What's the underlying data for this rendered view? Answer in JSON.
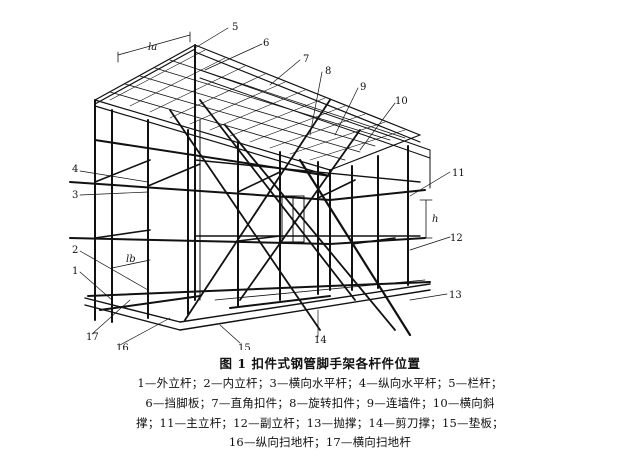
{
  "diagram": {
    "callouts": [
      "1",
      "2",
      "3",
      "4",
      "5",
      "6",
      "7",
      "8",
      "9",
      "10",
      "11",
      "12",
      "13",
      "14",
      "15",
      "16",
      "17"
    ],
    "dimensions": {
      "la": "la",
      "lb": "lb",
      "h": "h"
    }
  },
  "caption": "图 1   扣件式钢管脚手架各杆件位置",
  "legend": {
    "line1": "1—外立杆；2—内立杆；3—横向水平杆；4—纵向水平杆；5—栏杆；",
    "line2": "6—挡脚板；7—直角扣件；8—旋转扣件；9—连墙件；10—横向斜",
    "line3": "撑；11—主立杆；12—副立杆；13—抛撑；14—剪刀撑；15—垫板；",
    "line4": "16—纵向扫地杆；17—横向扫地杆"
  }
}
